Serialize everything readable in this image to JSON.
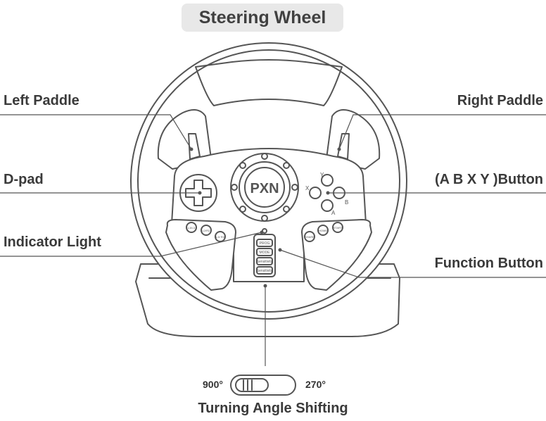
{
  "title": "Steering Wheel",
  "labels": {
    "left_paddle": "Left Paddle",
    "right_paddle": "Right Paddle",
    "dpad": "D-pad",
    "abxy": "(A B X Y )Button",
    "indicator": "Indicator Light",
    "function": "Function Button",
    "turning": "Turning Angle Shifting"
  },
  "angles": {
    "left": "900°",
    "right": "270°"
  },
  "logo": "PXN",
  "face_buttons": {
    "y": "Y",
    "x": "X",
    "b": "B",
    "a": "A"
  },
  "function_buttons": [
    "PROG",
    "MODE",
    "Sensitivity",
    "Sensitivity"
  ],
  "left_grip_buttons": [
    "L3/L3",
    "L2/R2",
    "L3/ R3"
  ],
  "right_grip_buttons": [
    "SHARE",
    "HOME",
    "START"
  ],
  "colors": {
    "line": "#555555",
    "title_bg": "#e8e8e8",
    "text": "#3a3a3a"
  }
}
